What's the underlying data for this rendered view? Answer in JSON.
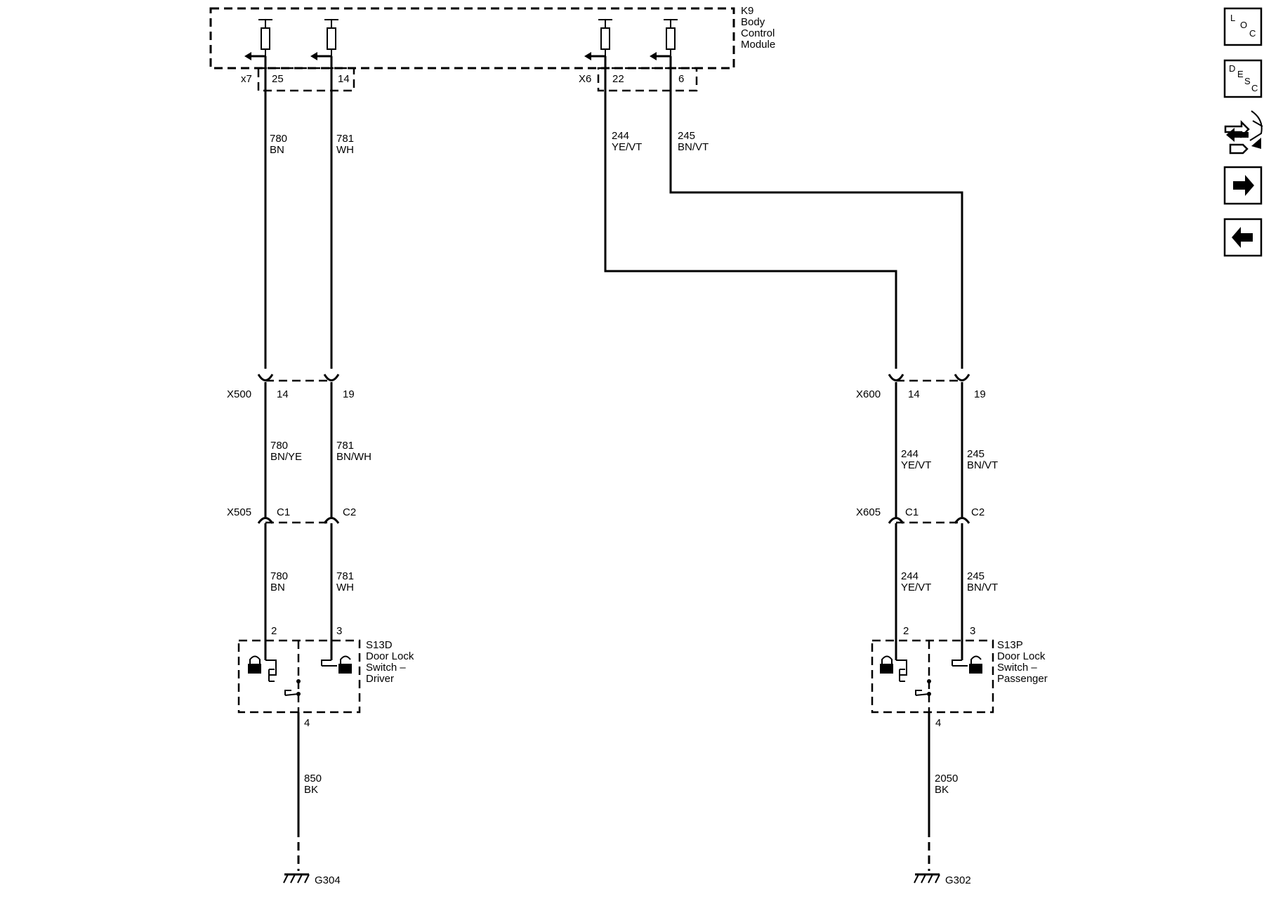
{
  "module": {
    "lines": [
      "K9",
      "Body",
      "Control",
      "Module"
    ],
    "connector_left": "x7",
    "connector_right": "X6",
    "pins": [
      "25",
      "14",
      "22",
      "6"
    ]
  },
  "wires_top": [
    {
      "circuit": "780",
      "color": "BN"
    },
    {
      "circuit": "781",
      "color": "WH"
    },
    {
      "circuit": "244",
      "color": "YE/VT"
    },
    {
      "circuit": "245",
      "color": "BN/VT"
    }
  ],
  "connectors": {
    "x500": {
      "name": "X500",
      "pins": [
        "14",
        "19"
      ]
    },
    "x600": {
      "name": "X600",
      "pins": [
        "14",
        "19"
      ]
    },
    "x505": {
      "name": "X505",
      "pins": [
        "C1",
        "C2"
      ]
    },
    "x605": {
      "name": "X605",
      "pins": [
        "C1",
        "C2"
      ]
    }
  },
  "wires_mid": [
    {
      "circuit": "780",
      "color": "BN/YE"
    },
    {
      "circuit": "781",
      "color": "BN/WH"
    },
    {
      "circuit": "244",
      "color": "YE/VT"
    },
    {
      "circuit": "245",
      "color": "BN/VT"
    }
  ],
  "wires_low": [
    {
      "circuit": "780",
      "color": "BN"
    },
    {
      "circuit": "781",
      "color": "WH"
    },
    {
      "circuit": "244",
      "color": "YE/VT"
    },
    {
      "circuit": "245",
      "color": "BN/VT"
    }
  ],
  "switch_driver": {
    "lines": [
      "S13D",
      "Door Lock",
      "Switch –",
      "Driver"
    ],
    "pins": [
      "2",
      "3",
      "4"
    ]
  },
  "switch_passenger": {
    "lines": [
      "S13P",
      "Door Lock",
      "Switch –",
      "Passenger"
    ],
    "pins": [
      "2",
      "3",
      "4"
    ]
  },
  "ground_wires": [
    {
      "circuit": "850",
      "color": "BK"
    },
    {
      "circuit": "2050",
      "color": "BK"
    }
  ],
  "grounds": [
    "G304",
    "G302"
  ],
  "nav": {
    "loc": [
      "L",
      "O",
      "C"
    ],
    "desc": [
      "D",
      "E",
      "S",
      "C"
    ],
    "icons": [
      "connector-swap-icon",
      "arrow-right-icon",
      "arrow-left-icon"
    ]
  }
}
